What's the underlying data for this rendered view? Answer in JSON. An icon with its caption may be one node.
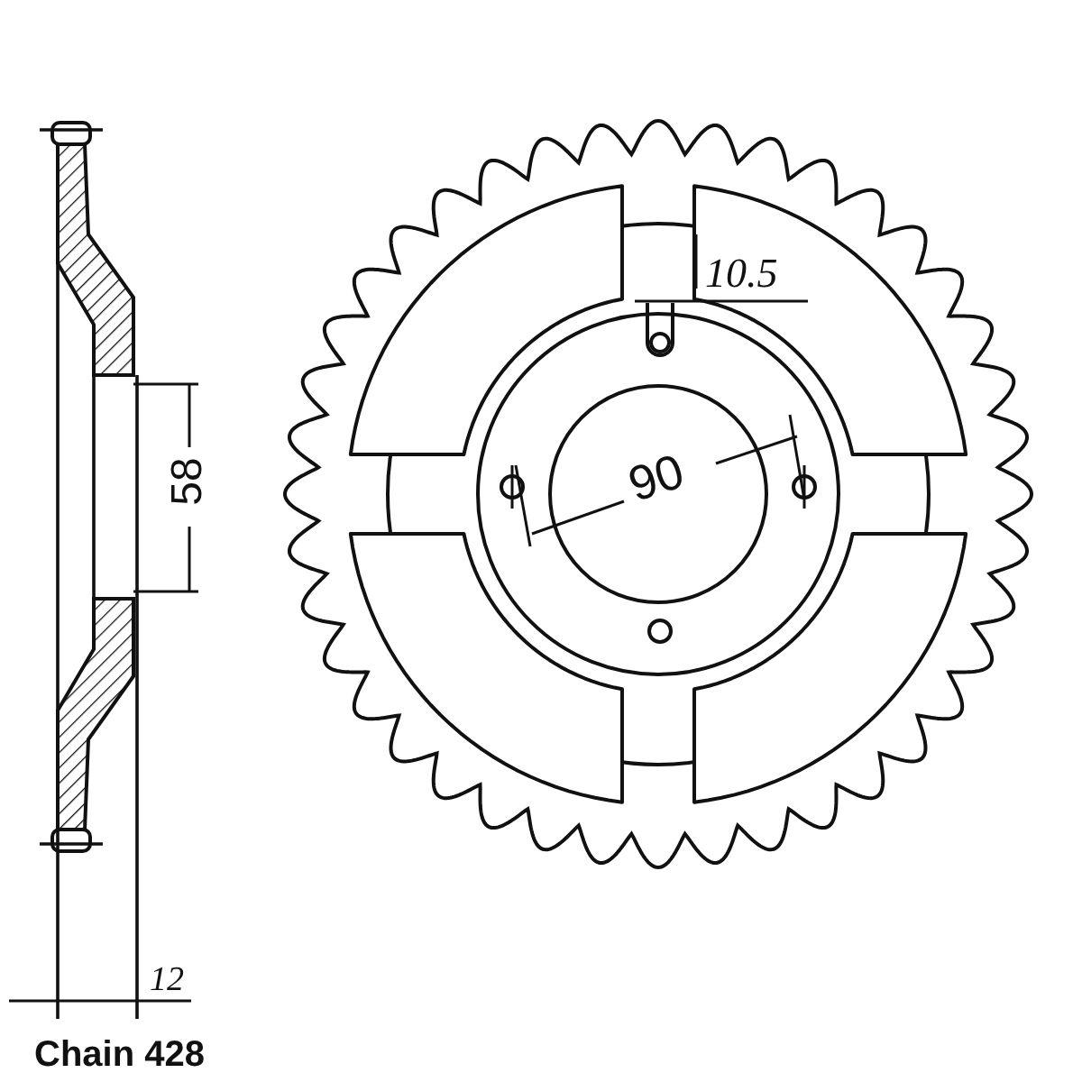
{
  "diagram": {
    "labels": [
      "10.5",
      "58",
      "90",
      "12",
      "Chain 428"
    ]
  }
}
